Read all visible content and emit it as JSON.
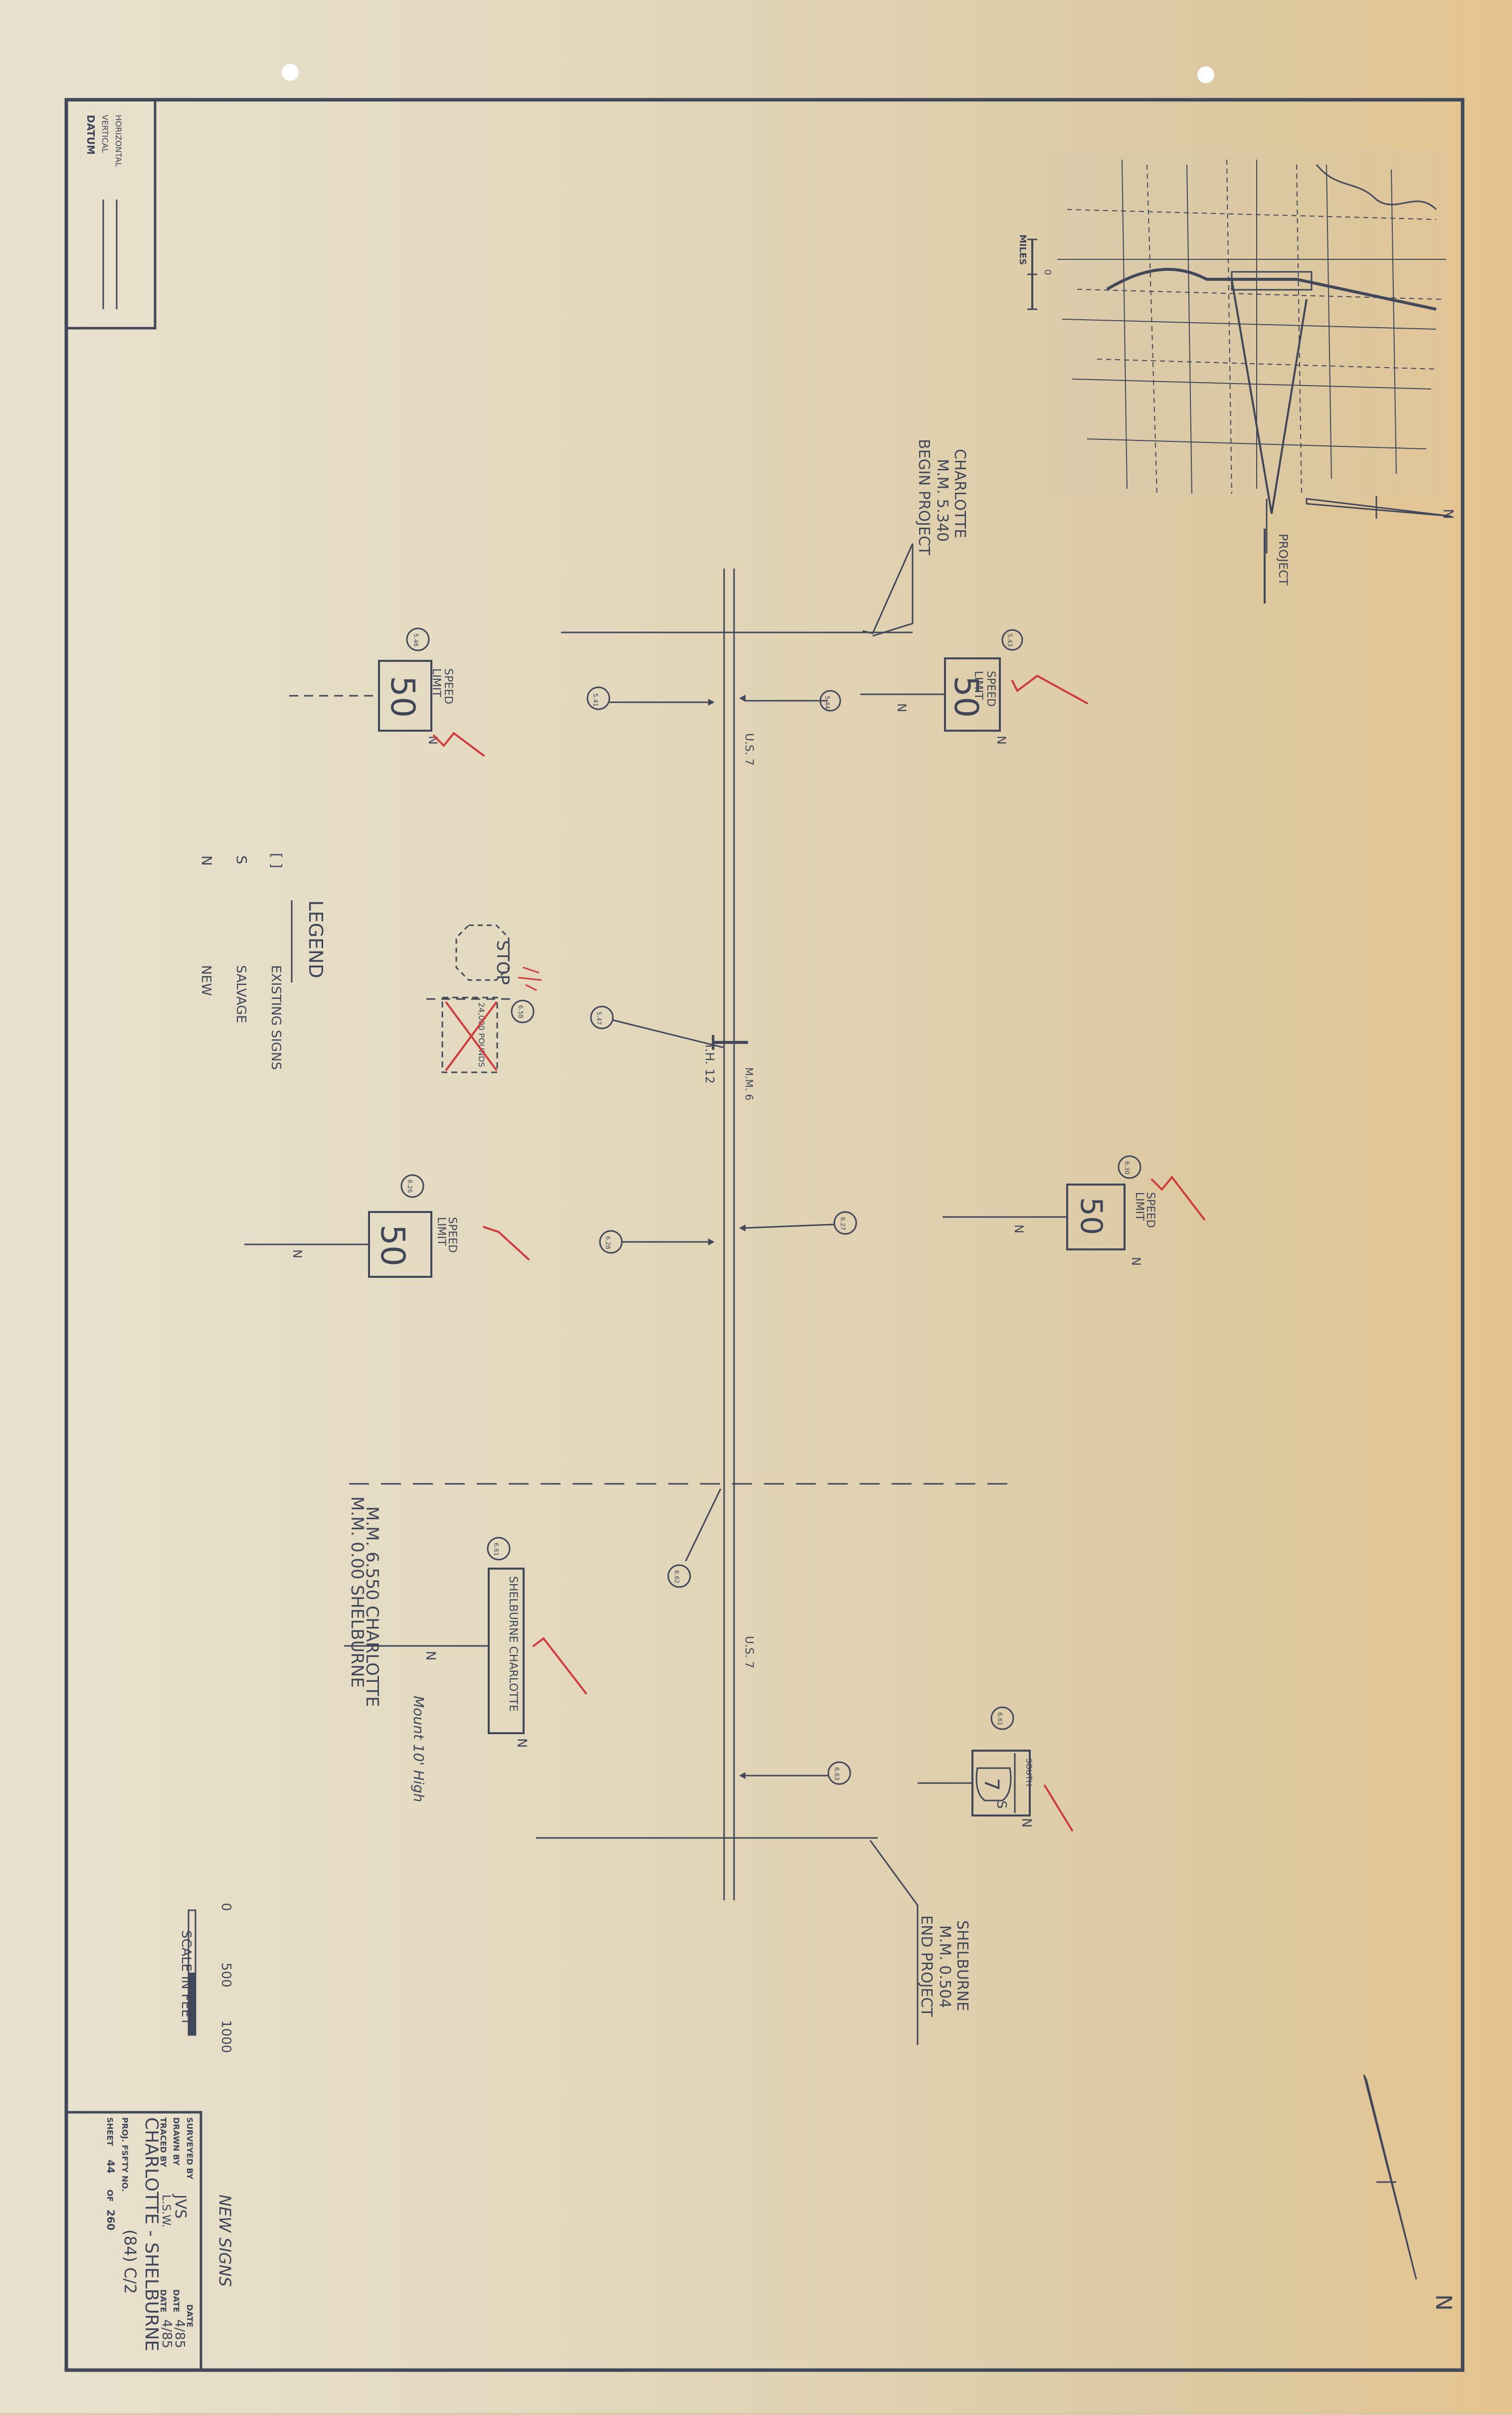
{
  "title_block": {
    "surveyed_by_label": "SURVEYED BY",
    "date_label": "DATE",
    "drawn_by_label": "DRAWN BY",
    "drawn_by": "JVS",
    "drawn_date_label": "DATE",
    "drawn_date": "4/85",
    "traced_by_label": "TRACED BY",
    "traced_by": "L.S.W.",
    "traced_date_label": "DATE",
    "traced_date": "4/85",
    "project_name": "CHARLOTTE - SHELBURNE",
    "proj_no_label": "PROJ. FSFTY NO.",
    "proj_no": "(84) C/2",
    "sheet_label": "SHEET",
    "sheet_no": "44",
    "of_label": "OF",
    "sheet_total": "260",
    "sheet_title": "NEW SIGNS"
  },
  "datum_box": {
    "title": "DATUM",
    "vertical": "VERTICAL",
    "horizontal": "HORIZONTAL"
  },
  "location_map": {
    "scale_label": "MILES",
    "scale_zero": "0",
    "project_label": "PROJECT",
    "north": "N"
  },
  "project_limits": {
    "begin_line1": "CHARLOTTE",
    "begin_line2": "M.M. 5.340",
    "begin_line3": "BEGIN PROJECT",
    "end_line1": "SHELBURNE",
    "end_line2": "M.M. 0.504",
    "end_line3": "END PROJECT"
  },
  "route": {
    "label_top": "U.S. 7",
    "label_bottom": "U.S. 7",
    "mm_label": "M.M. 6",
    "town_highway": "T.H. 12",
    "town_line_1": "M.M. 6.550  CHARLOTTE",
    "town_line_2": "M.M. 0.00  SHELBURNE"
  },
  "signs": {
    "speed_line1": "SPEED",
    "speed_line2": "LIMIT",
    "speed_value": "50",
    "new_mark": "N",
    "salvage_mark": "S",
    "stop_text": "STOP",
    "weight_text": "24,000 POUNDS",
    "town_line_sign": "SHELBURNE CHARLOTTE",
    "mount_note": "Mount 10' High",
    "route_shield": "7",
    "route_dir": "SOUTH",
    "ref_544": "5.44",
    "ref_541": "5.41",
    "ref_543": "5.43",
    "ref_546": "5.46",
    "ref_547": "5.47",
    "ref_626": "6.26",
    "ref_628": "6.28",
    "ref_627": "6.27",
    "ref_630": "6.30",
    "ref_658": "6.58",
    "ref_661": "6.61",
    "ref_662": "6.62",
    "ref_663": "6.63"
  },
  "legend": {
    "title": "LEGEND",
    "existing_symbol": "[ ]",
    "existing_text": "EXISTING SIGNS",
    "salvage_symbol": "S",
    "salvage_text": "SALVAGE",
    "new_symbol": "N",
    "new_text": "NEW"
  },
  "scale_bar": {
    "v0": "0",
    "v500": "500",
    "v1000": "1000",
    "caption": "SCALE IN FEET"
  },
  "north_arrow": "N",
  "colors": {
    "ink": "#41485a",
    "check_marks": "#d23b3b",
    "paper": "#e5dcc4"
  }
}
